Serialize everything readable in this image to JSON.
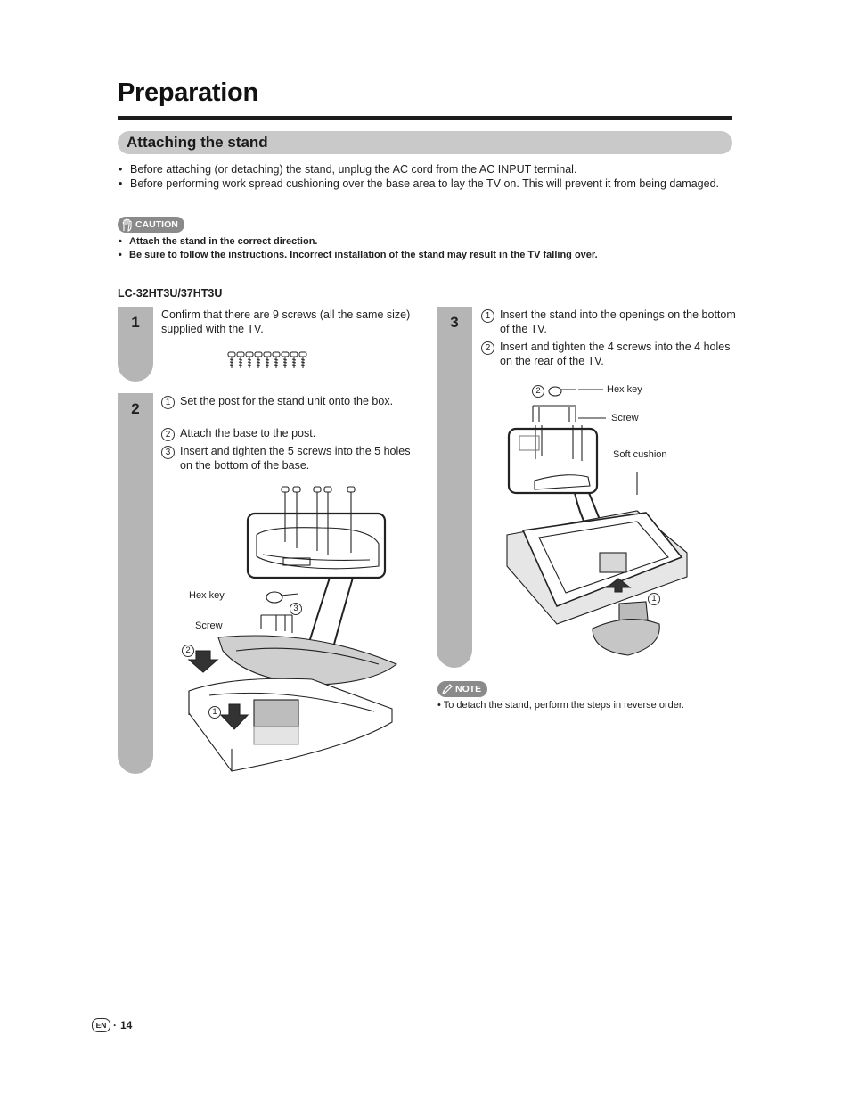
{
  "page": {
    "title": "Preparation",
    "section_title": "Attaching the stand",
    "intro_bullets": [
      "Before attaching (or detaching) the stand, unplug the AC cord from the AC INPUT terminal.",
      "Before performing work spread cushioning over the base area to lay the TV on. This will prevent it from being damaged."
    ],
    "caution_label": "CAUTION",
    "caution_bullets": [
      "Attach the stand in the correct direction.",
      "Be sure to follow the instructions. Incorrect installation of the stand may result in the TV falling over."
    ],
    "model": "LC-32HT3U/37HT3U"
  },
  "steps": {
    "s1": {
      "num": "1",
      "text": "Confirm that there are 9 screws (all the same size) supplied with the TV."
    },
    "s2": {
      "num": "2",
      "items": [
        {
          "n": "1",
          "text": "Set the post for the stand unit onto the box."
        },
        {
          "n": "2",
          "text": "Attach the base to the post."
        },
        {
          "n": "3",
          "text": "Insert and tighten the 5 screws into the 5 holes on the bottom of the base."
        }
      ],
      "fig_labels": {
        "hex_key": "Hex key",
        "screw": "Screw",
        "c1": "1",
        "c2": "2",
        "c3": "3"
      }
    },
    "s3": {
      "num": "3",
      "items": [
        {
          "n": "1",
          "text": "Insert the stand into the openings on the bottom of the TV."
        },
        {
          "n": "2",
          "text": "Insert and tighten the 4 screws into the 4 holes on the rear of the TV."
        }
      ],
      "fig_labels": {
        "hex_key": "Hex key",
        "screw": "Screw",
        "soft_cushion": "Soft cushion",
        "c1": "1",
        "c2": "2"
      }
    }
  },
  "note": {
    "label": "NOTE",
    "bullet": "To detach the stand, perform the steps in reverse order."
  },
  "footer": {
    "lang": "EN",
    "page_number": "14"
  },
  "colors": {
    "section_bar": "#c9c9c9",
    "step_tab": "#b5b5b5",
    "badge": "#8a8a8a"
  }
}
